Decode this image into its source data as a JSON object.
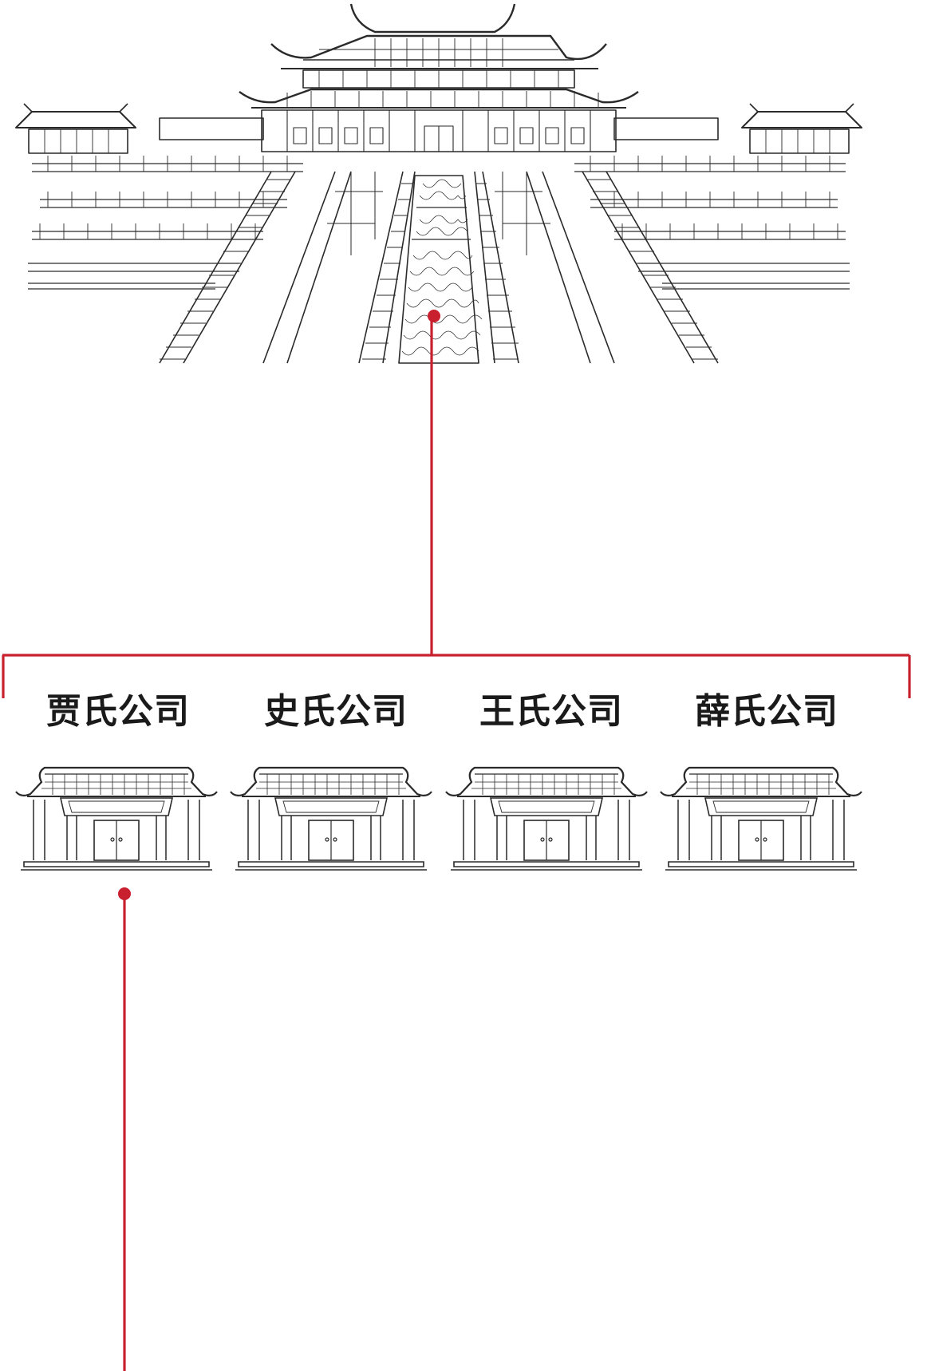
{
  "colors": {
    "connector": "#c8202f",
    "ink": "#2a2a2a",
    "background": "#ffffff"
  },
  "palace": {
    "icon": "imperial-palace-illustration"
  },
  "companies": [
    {
      "label": "贾氏公司",
      "icon": "gatehouse-illustration"
    },
    {
      "label": "史氏公司",
      "icon": "gatehouse-illustration"
    },
    {
      "label": "王氏公司",
      "icon": "gatehouse-illustration"
    },
    {
      "label": "薛氏公司",
      "icon": "gatehouse-illustration"
    }
  ]
}
